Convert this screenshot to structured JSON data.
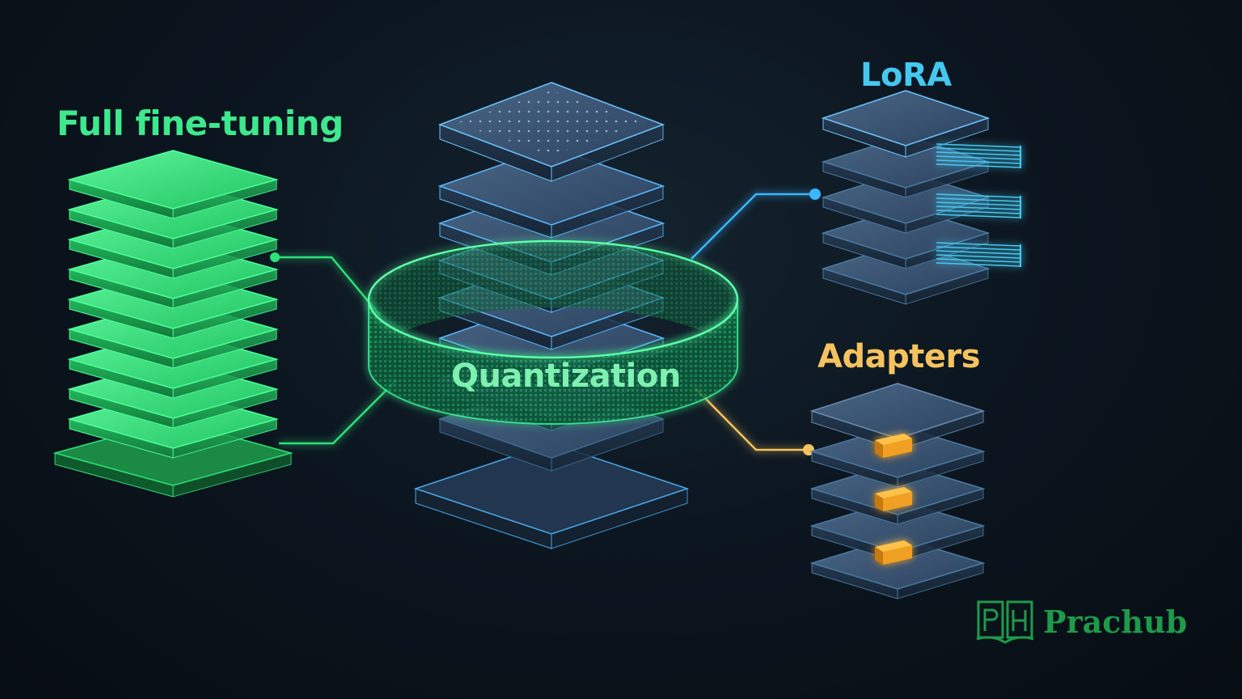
{
  "labels": {
    "full_fine_tuning": "Full fine-tuning",
    "quantization": "Quantization",
    "lora": "LoRA",
    "adapters": "Adapters"
  },
  "logo": {
    "name": "Prachub",
    "icon": "book-ph-logo-icon"
  },
  "colors": {
    "background": "#0b141c",
    "green": "#2ee07a",
    "green_label": "#3ee88c",
    "blue_stack": "#2f4a66",
    "blue_glow": "#3ab6ff",
    "lora_label": "#45c8f0",
    "adapters_label": "#f4c25e",
    "adapter_block": "#f0a020",
    "logo_green": "#1f9a4a"
  }
}
